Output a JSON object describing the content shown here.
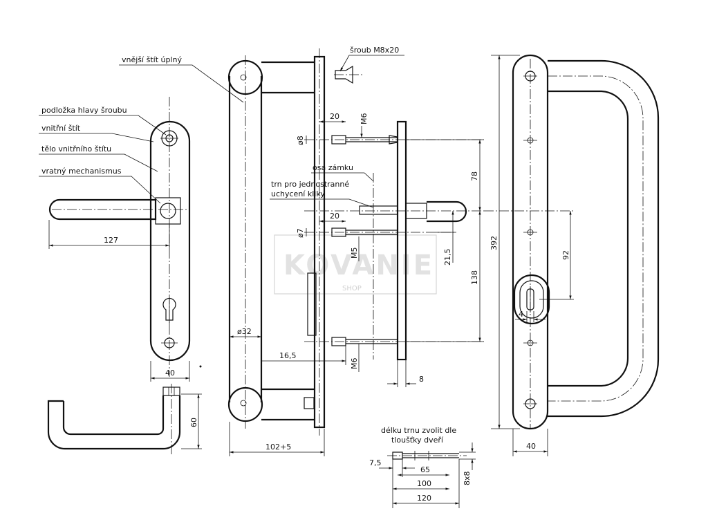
{
  "watermark": {
    "brand": "KOVANIE",
    "sub": "SHOP"
  },
  "labels": {
    "outer_shield": "vnější štít úplný",
    "screw_head_pad": "podložka hlavy šroubu",
    "inner_shield": "vnitřní štít",
    "inner_shield_body": "tělo vnitřního štítu",
    "return_mechanism": "vratný mechanismus",
    "screw": "šroub M8x20",
    "lock_axis": "osa zámku",
    "pin_line1": "trn pro jednostranné",
    "pin_line2": "uchycení kliky",
    "pin_note_line1": "délku trnu zvolit dle",
    "pin_note_line2": "tloušťky dveří"
  },
  "dimensions": {
    "d127": "127",
    "d40_left": "40",
    "d60": "60",
    "d32": "ø32",
    "d102": "102+5",
    "d20_top": "20",
    "m6_top": "M6",
    "d8_dia": "ø8",
    "d20_mid": "20",
    "d7_dia": "ø7",
    "m5": "M5",
    "d78": "78",
    "d21_5": "21,5",
    "d138": "138",
    "d16_5": "16,5",
    "m6_bottom": "M6",
    "d8": "8",
    "d392": "392",
    "d92": "92",
    "d4": "4",
    "d40_right": "40",
    "d7_5": "7,5",
    "d65": "65",
    "d100": "100",
    "d120": "120",
    "d8x8": "8x8"
  }
}
